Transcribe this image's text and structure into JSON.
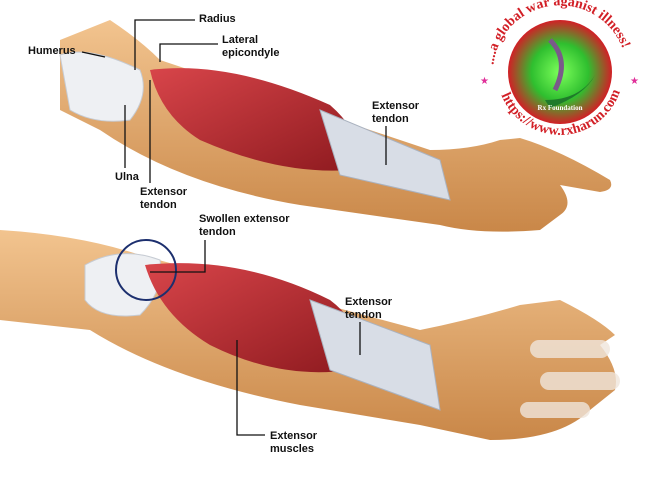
{
  "labels": {
    "radius": "Radius",
    "lateral_epicondyle_1": "Lateral",
    "lateral_epicondyle_2": "epicondyle",
    "humerus": "Humerus",
    "ulna": "Ulna",
    "extensor_tendon_top_left_1": "Extensor",
    "extensor_tendon_top_left_2": "tendon",
    "extensor_tendon_top_right_1": "Extensor",
    "extensor_tendon_top_right_2": "tendon",
    "swollen_1": "Swollen extensor",
    "swollen_2": "tendon",
    "extensor_tendon_bottom_1": "Extensor",
    "extensor_tendon_bottom_2": "tendon",
    "extensor_muscles_1": "Extensor",
    "extensor_muscles_2": "muscles"
  },
  "logo": {
    "arc_text": "....a global war aganist illness!",
    "url": "https://www.rxharun.com",
    "name": "Rx Foundation"
  },
  "colors": {
    "skin": "#e3a86a",
    "muscle": "#b5282c",
    "tendon": "#d8dde6",
    "bone": "#eef0f3",
    "logo_red": "#d21f26",
    "logo_green": "#2fbf2f",
    "circle": "#1c2f6e"
  }
}
